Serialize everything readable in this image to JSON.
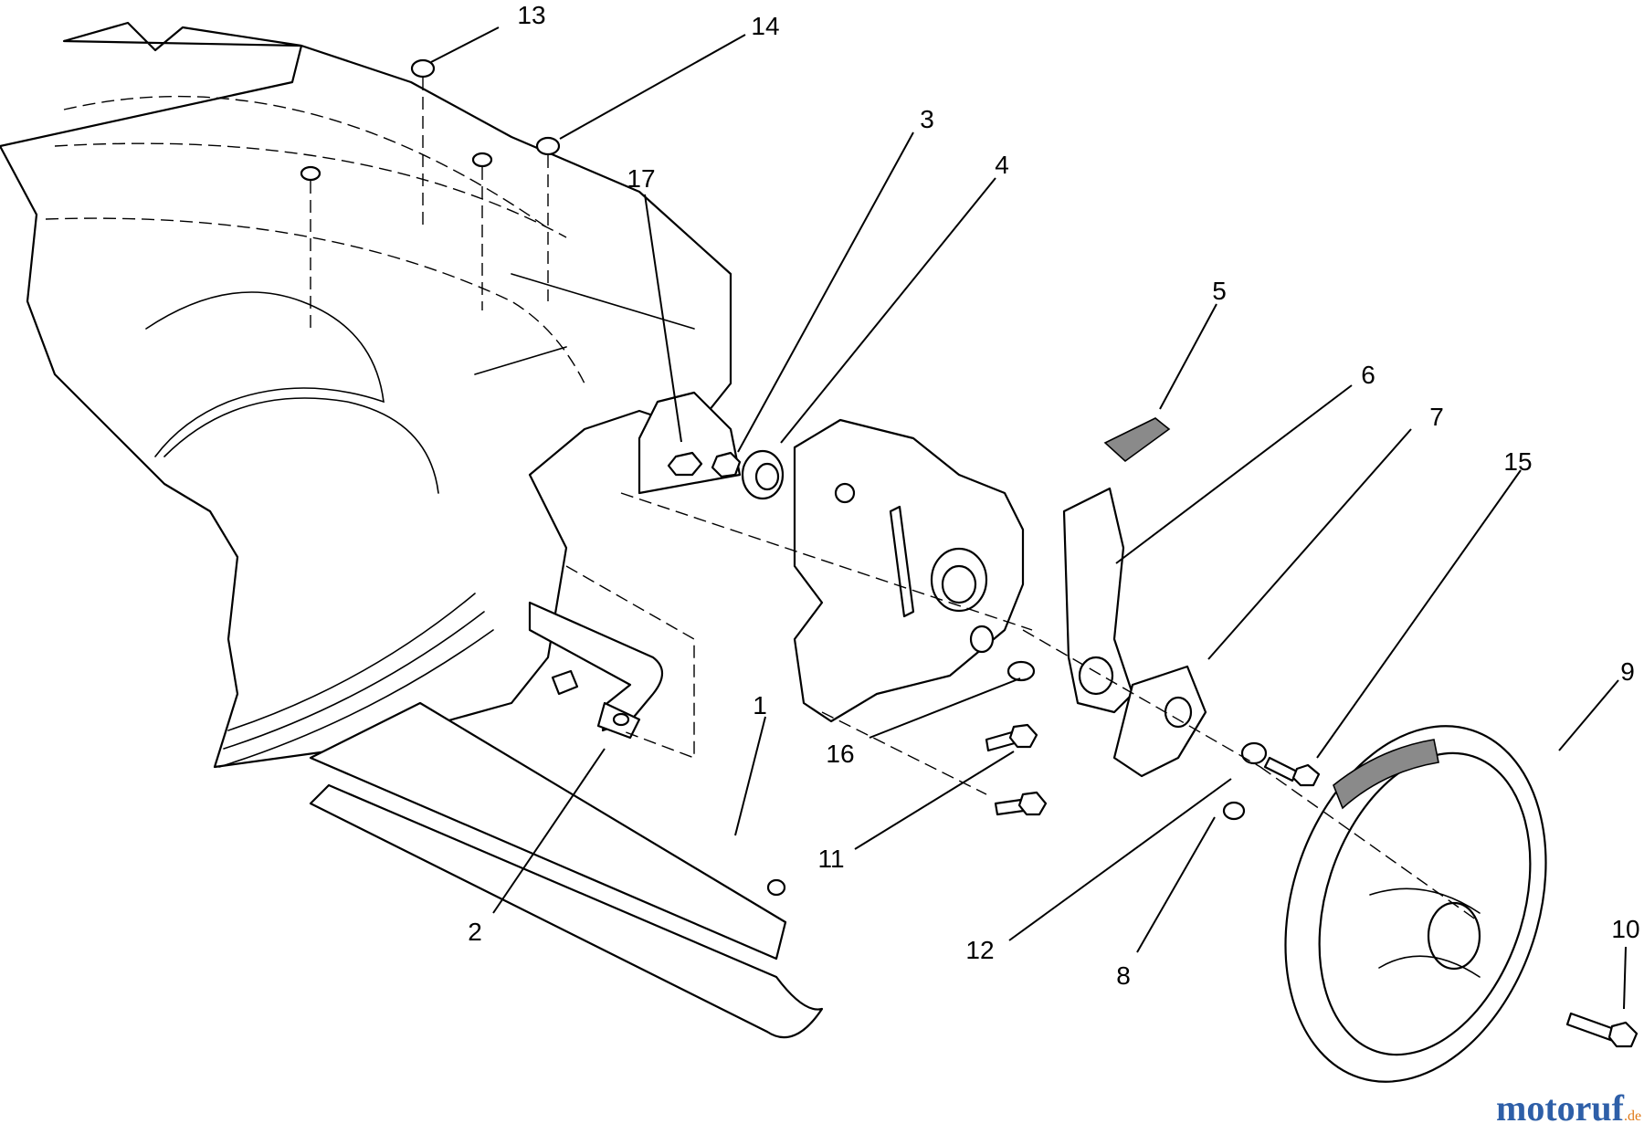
{
  "callouts": {
    "c1": "1",
    "c2": "2",
    "c3": "3",
    "c4": "4",
    "c5": "5",
    "c6": "6",
    "c7": "7",
    "c8": "8",
    "c9": "9",
    "c10": "10",
    "c11": "11",
    "c12": "12",
    "c13": "13",
    "c14": "14",
    "c15": "15",
    "c16": "16",
    "c17": "17"
  },
  "watermark": {
    "main": "motoruf",
    "suffix": ".de"
  },
  "colors": {
    "line": "#000000",
    "background": "#ffffff",
    "watermark_blue": "#2e5fa8",
    "watermark_orange": "#e07b1a"
  }
}
